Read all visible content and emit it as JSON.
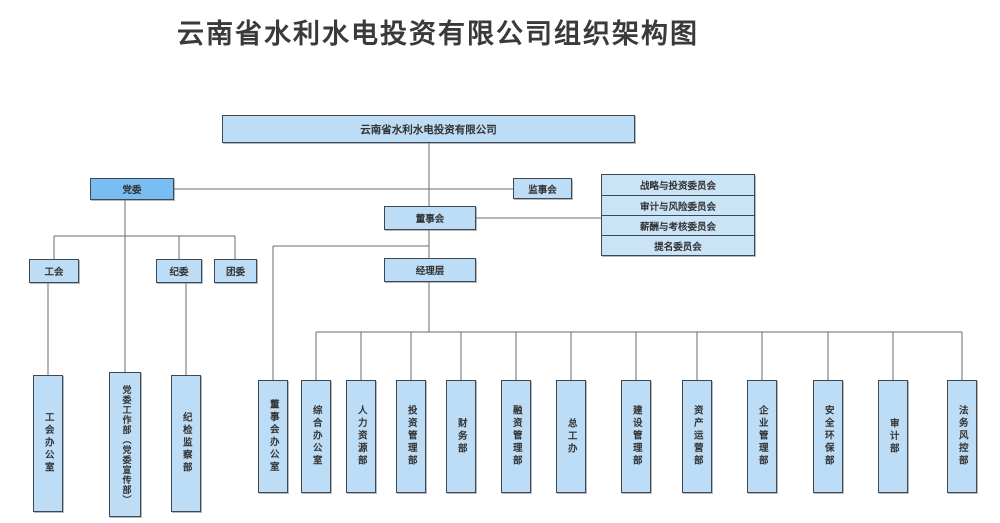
{
  "title": "云南省水利水电投资有限公司组织架构图",
  "org": {
    "root": "云南省水利水电投资有限公司",
    "party_committee": "党委",
    "supervisory_board": "监事会",
    "board_of_directors": "董事会",
    "management": "经理层",
    "labor_union": "工会",
    "discipline_committee": "纪委",
    "youth_league": "团委",
    "board_committees": [
      "战略与投资委员会",
      "审计与风险委员会",
      "薪酬与考核委员会",
      "提名委员会"
    ],
    "party_departments": [
      "工会办公室",
      "党委工作部（党委宣传部）",
      "纪检监察部"
    ],
    "management_departments": [
      "董事会办公室",
      "综合办公室",
      "人力资源部",
      "投资管理部",
      "财务部",
      "融资管理部",
      "总工办",
      "建设管理部",
      "资产运营部",
      "企业管理部",
      "安全环保部",
      "审计部",
      "法务风控部"
    ]
  },
  "colors": {
    "node_fill": "#bddcf5",
    "party_fill": "#79bdf2",
    "committee_fill": "#c9e3f7",
    "border": "#3f4750",
    "line": "#6b6b6b"
  }
}
